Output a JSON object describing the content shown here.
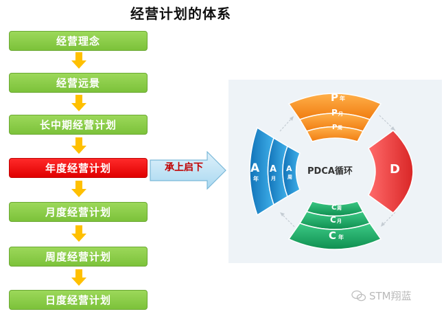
{
  "title": "经营计划的体系",
  "hierarchy": [
    {
      "label": "经营理念",
      "highlight": false
    },
    {
      "label": "经营远景",
      "highlight": false
    },
    {
      "label": "长中期经营计划",
      "highlight": false
    },
    {
      "label": "年度经营计划",
      "highlight": true
    },
    {
      "label": "月度经营计划",
      "highlight": false
    },
    {
      "label": "周度经营计划",
      "highlight": false
    },
    {
      "label": "日度经营计划",
      "highlight": false
    }
  ],
  "callout": "承上启下",
  "pdca": {
    "center": "PDCA循环",
    "P": {
      "letter": "P",
      "subs": [
        "年",
        "月",
        "周"
      ],
      "color": "#f7941d"
    },
    "D": {
      "letter": "D",
      "color": "#e8393b"
    },
    "C": {
      "letter": "C",
      "subs": [
        "周",
        "月",
        "年"
      ],
      "color": "#16a862"
    },
    "A": {
      "letter": "A",
      "subs": [
        "年",
        "月",
        "周"
      ],
      "color": "#1b8fd2"
    }
  },
  "watermark": "STM翔蓝",
  "colors": {
    "box_green": "#8dcd48",
    "box_red": "#ff0000",
    "arrow_yellow": "#ffc000"
  }
}
